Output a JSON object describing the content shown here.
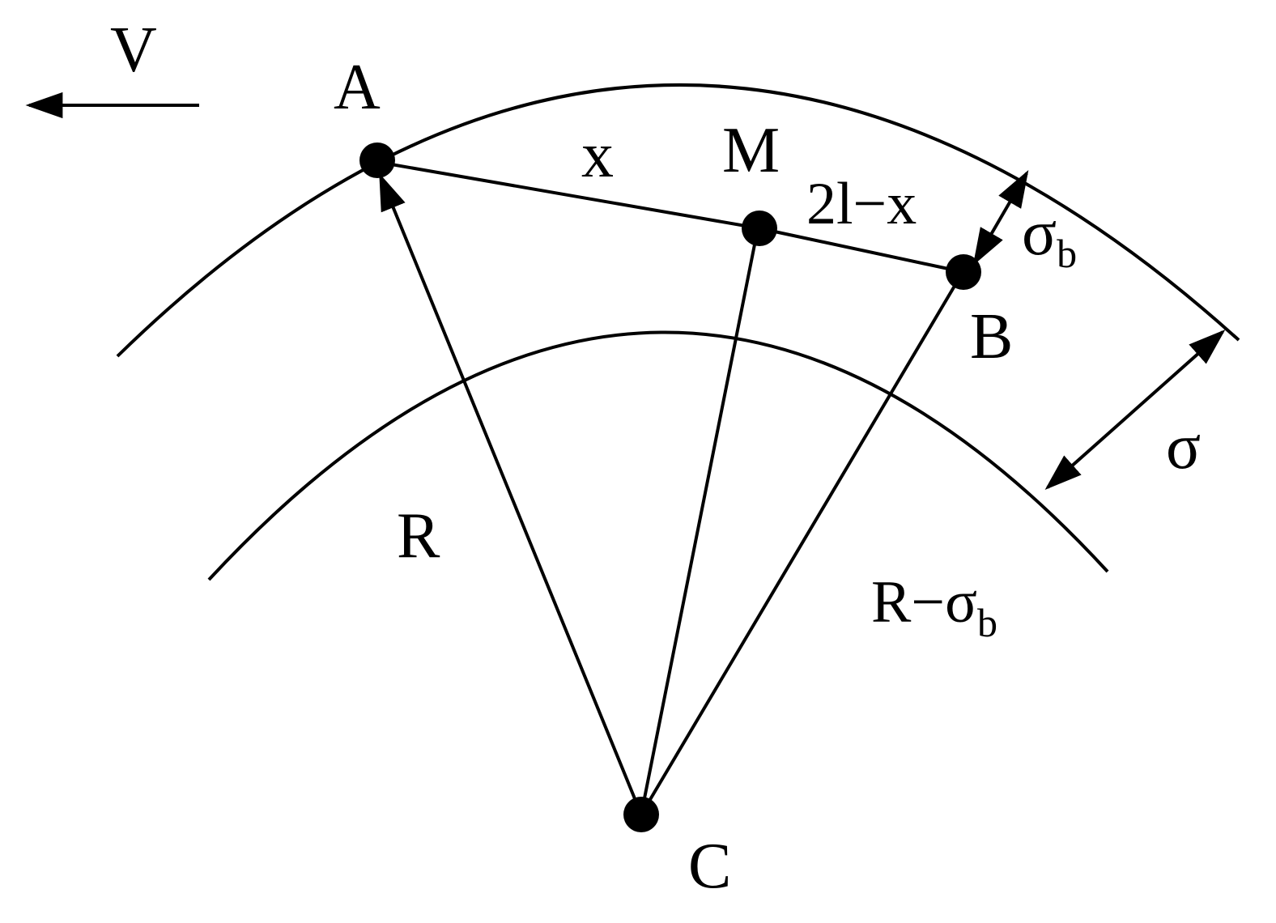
{
  "diagram": {
    "labels": {
      "velocity": "V",
      "point_a": "A",
      "point_m": "M",
      "point_b": "B",
      "point_c": "C",
      "segment_x": "x",
      "segment_2l_x": "2l−x",
      "radius_r": "R",
      "radius_r_minus_sigma_b": "R−σ",
      "radius_r_minus_sigma_b_sub": "b",
      "gap_sigma_b": "σ",
      "gap_sigma_b_sub": "b",
      "gap_sigma": "σ"
    }
  }
}
